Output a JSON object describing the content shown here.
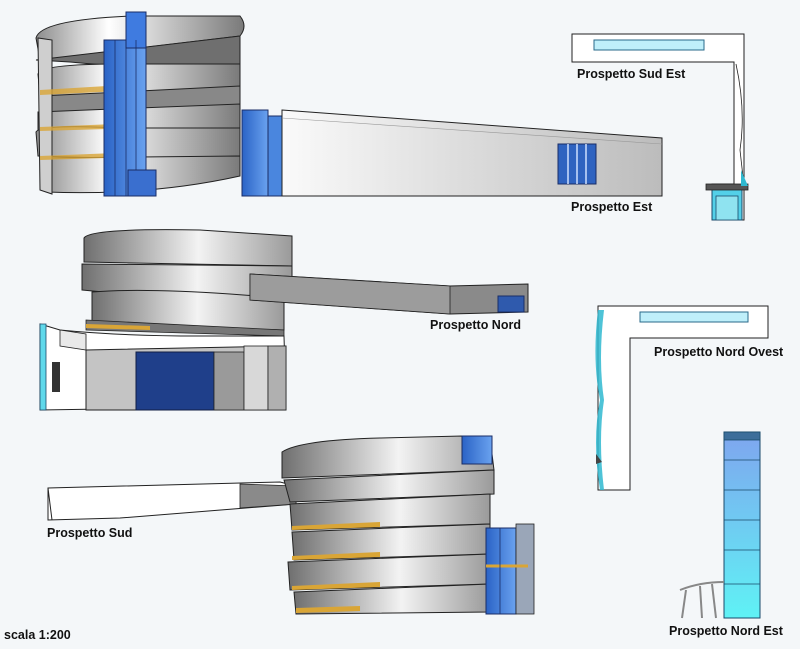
{
  "labels": {
    "south_east": "Prospetto Sud Est",
    "east": "Prospetto Est",
    "north": "Prospetto Nord",
    "north_west": "Prospetto Nord Ovest",
    "south": "Prospetto Sud",
    "north_east": "Prospetto Nord Est",
    "scale": "scala 1:200"
  },
  "colors": {
    "background": "#f4f7f9",
    "outline": "#222222",
    "glass_blue": "#3a7bd5",
    "glass_dark_blue": "#1f3f8a",
    "glass_light_cyan": "#8fe3f0",
    "accent_yellow": "#d9a536",
    "wall_grey": "#bfbfbf",
    "roof_white": "#ffffff"
  }
}
